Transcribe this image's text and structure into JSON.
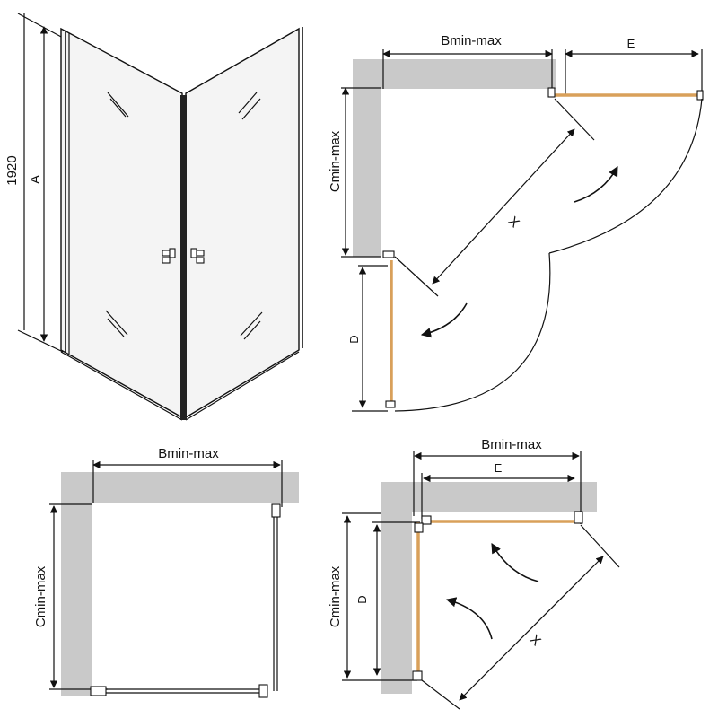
{
  "figure_3d": {
    "height_value": "1920",
    "height_label": "A"
  },
  "plan_top_right": {
    "width_label": "Bmin-max",
    "extension_label": "E",
    "depth_label": "Cmin-max",
    "diagonal_label": "X",
    "door_label": "D"
  },
  "plan_bottom_left": {
    "width_label": "Bmin-max",
    "depth_label": "Cmin-max"
  },
  "plan_bottom_right": {
    "width_label": "Bmin-max",
    "extension_label": "E",
    "depth_label": "Cmin-max",
    "door_label": "D",
    "diagonal_label": "X"
  },
  "colors": {
    "wall": "#c9c9c9",
    "door": "#d9a05a",
    "line": "#111111"
  }
}
